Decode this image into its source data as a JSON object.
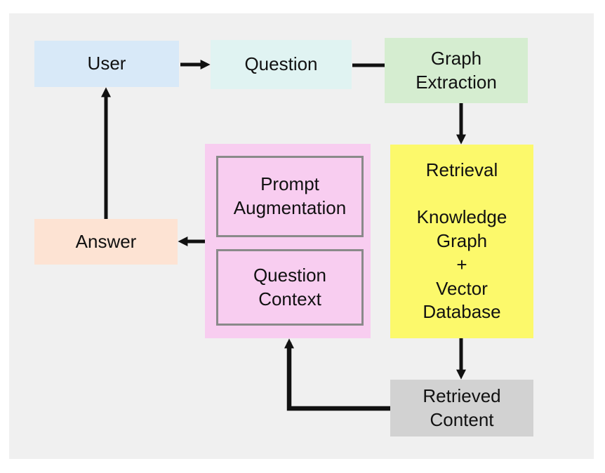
{
  "diagram": {
    "page_background": "#ffffff",
    "background": "#f0f0f0",
    "text_color": "#111111",
    "arrow_color": "#111111",
    "inner_border_color": "#8a8a8a",
    "nodes": {
      "user": {
        "label": "User",
        "fill": "#d8e9f8"
      },
      "question": {
        "label": "Question",
        "fill": "#e0f3f2"
      },
      "graph_extraction": {
        "lines": [
          "Graph",
          "Extraction"
        ],
        "fill": "#d5edd0"
      },
      "retrieval": {
        "lines": [
          "Retrieval",
          "",
          "Knowledge",
          "Graph",
          "+",
          "Vector",
          "Database"
        ],
        "fill": "#fcf96b"
      },
      "retrieved_content": {
        "lines": [
          "Retrieved",
          "Content"
        ],
        "fill": "#d2d2d2"
      },
      "augmentation_group": {
        "fill": "#f8cdf0"
      },
      "prompt_augmentation": {
        "lines": [
          "Prompt",
          "Augmentation"
        ],
        "fill": "#f8cdf0"
      },
      "question_context": {
        "lines": [
          "Question",
          "Context"
        ],
        "fill": "#f8cdf0"
      },
      "answer": {
        "label": "Answer",
        "fill": "#fde3d3"
      }
    },
    "edges": [
      {
        "from": "User",
        "to": "Question",
        "style": "arrow"
      },
      {
        "from": "Question",
        "to": "Graph Extraction",
        "style": "line"
      },
      {
        "from": "Graph Extraction",
        "to": "Retrieval",
        "style": "arrow"
      },
      {
        "from": "Retrieval",
        "to": "Retrieved Content",
        "style": "arrow"
      },
      {
        "from": "Retrieved Content",
        "to": "Question Context",
        "style": "elbow-arrow"
      },
      {
        "from": "Prompt Augmentation",
        "to": "Answer",
        "style": "arrow"
      },
      {
        "from": "Answer",
        "to": "User",
        "style": "arrow"
      }
    ]
  }
}
